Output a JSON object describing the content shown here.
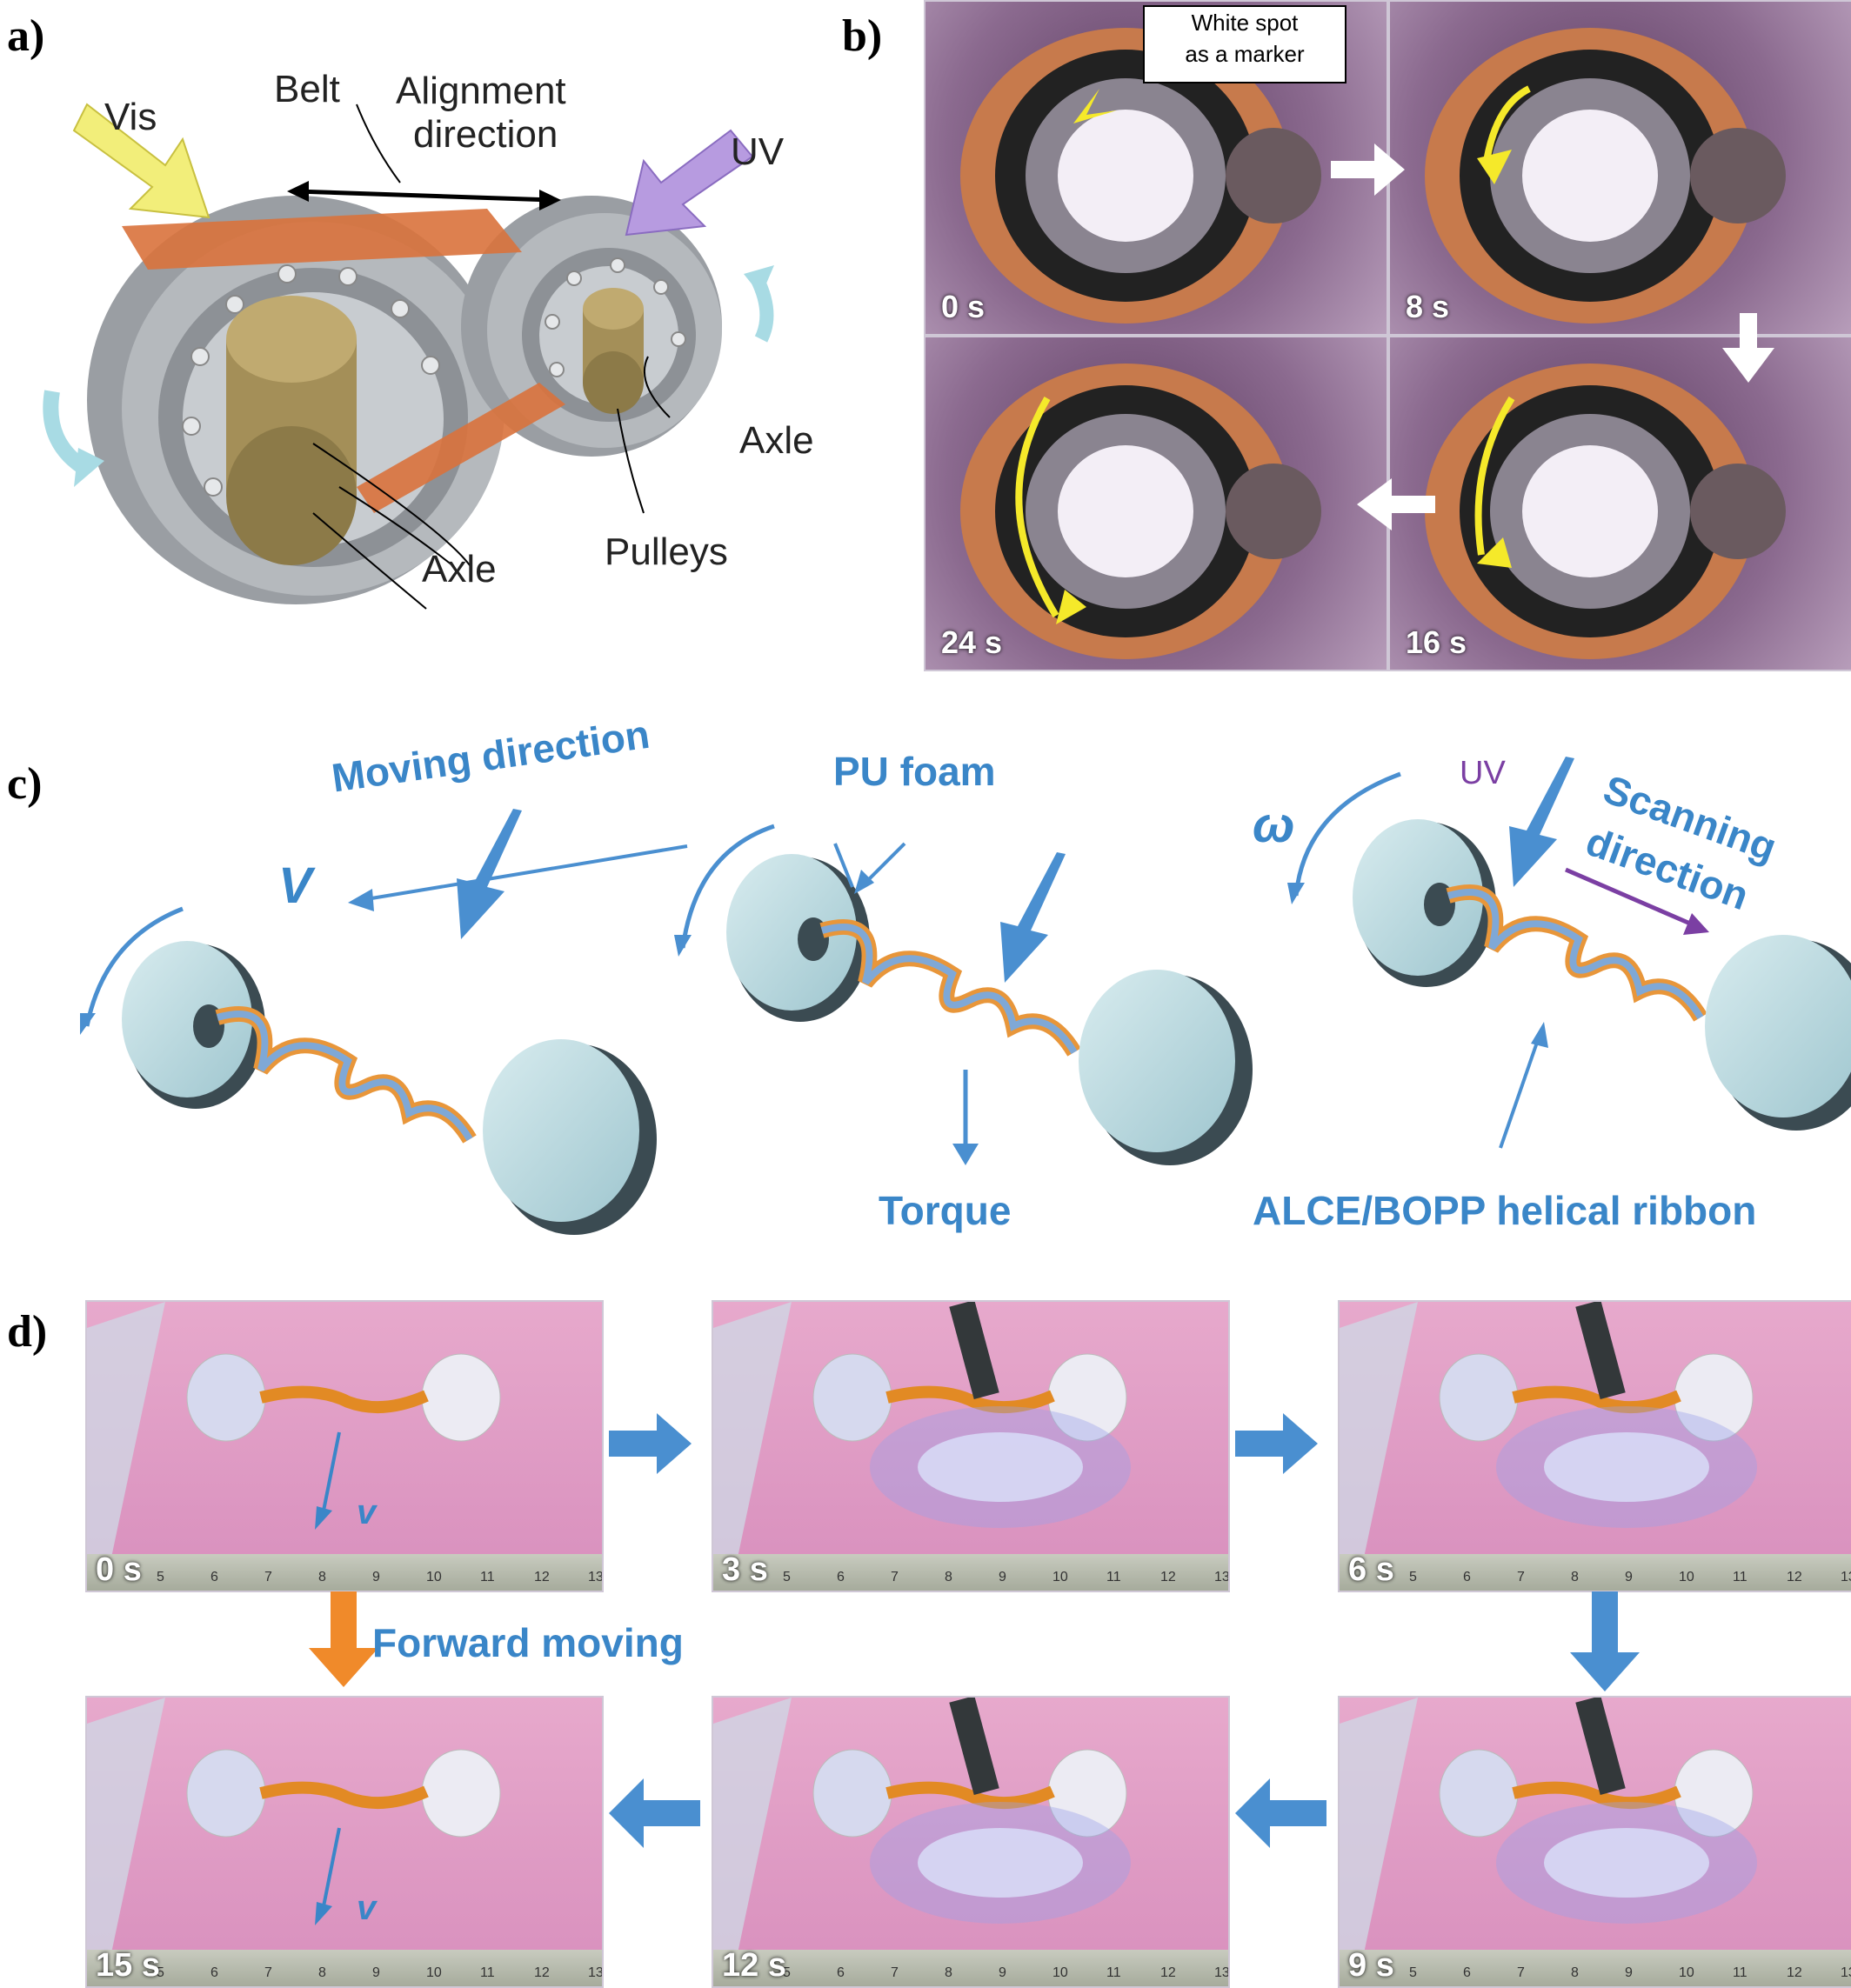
{
  "panels": {
    "a": {
      "label": "a)",
      "texts": {
        "vis": "Vis",
        "belt": "Belt",
        "alignment": "Alignment",
        "direction": "direction",
        "uv": "UV",
        "axle_right": "Axle",
        "axle_left": "Axle",
        "pulleys": "Pulleys"
      }
    },
    "b": {
      "label": "b)",
      "marker_line1": "White spot",
      "marker_line2": "as a marker",
      "frames": [
        "0 s",
        "8 s",
        "24 s",
        "16 s"
      ]
    },
    "c": {
      "label": "c)",
      "moving_direction": "Moving direction",
      "v": "V",
      "pu_foam": "PU foam",
      "torque": "Torque",
      "uv": "UV",
      "omega": "ω",
      "scanning": "Scanning",
      "direction": "direction",
      "ribbon": "ALCE/BOPP helical ribbon"
    },
    "d": {
      "label": "d)",
      "forward_moving": "Forward moving",
      "v": "v",
      "frames": [
        "0 s",
        "3 s",
        "6 s",
        "15 s",
        "12 s",
        "9 s"
      ],
      "ruler_numbers": [
        "5",
        "6",
        "7",
        "8",
        "9",
        "10",
        "11",
        "12",
        "13"
      ]
    }
  },
  "colors": {
    "accent_blue": "#3a86c8",
    "uv_purple": "#7b3fa3",
    "vis_yellow": "#f2ee7a",
    "orange_arrow": "#f08a2a",
    "photo_purple": "#6e4a78",
    "floor_pink": "#e9a9c9"
  }
}
